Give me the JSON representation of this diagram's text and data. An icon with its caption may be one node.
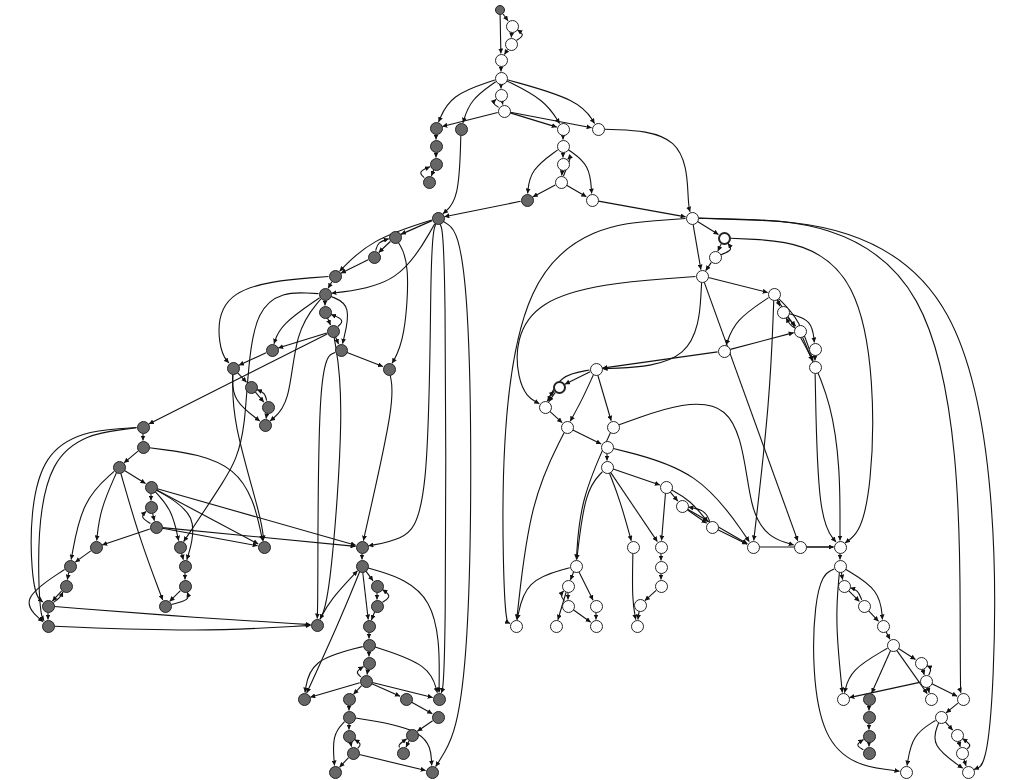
{
  "diagram": {
    "nodes": [
      {
        "text": [],
        "shape": "circle"
      },
      {
        "text": [],
        "shape": "circle"
      },
      {
        "text": [],
        "shape": "circle"
      },
      {
        "text": [],
        "shape": "circle"
      },
      {
        "text": [],
        "shape": "circle"
      },
      {
        "text": [],
        "shape": "circle"
      },
      {
        "text": [],
        "shape": "circle"
      },
      {
        "text": [],
        "shape": "circle"
      },
      {
        "text": [],
        "shape": "circle"
      },
      {
        "text": [],
        "shape": "circle"
      },
      {
        "text": [],
        "shape": "circle"
      },
      {
        "text": [],
        "shape": "circle"
      },
      {
        "text": [],
        "shape": "circle"
      },
      {
        "text": [],
        "shape": "circle"
      },
      {
        "text": [],
        "shape": "circle"
      },
      {
        "text": [],
        "shape": "circle"
      },
      {
        "text": [],
        "shape": "circle"
      },
      {
        "text": [],
        "shape": "circle"
      },
      {
        "text": [],
        "shape": "circle"
      },
      {
        "text": [],
        "shape": "circle"
      },
      {
        "text": [],
        "shape": "circle"
      },
      {
        "text": [],
        "shape": "circle"
      },
      {
        "text": [],
        "shape": "circle"
      },
      {
        "text": [],
        "shape": "circle"
      },
      {
        "text": [],
        "shape": "circle"
      },
      {
        "text": [],
        "shape": "circle"
      },
      {
        "text": [],
        "shape": "circle"
      },
      {
        "text": [],
        "shape": "circle"
      },
      {
        "text": [],
        "shape": "circle"
      },
      {
        "text": [],
        "shape": "circle"
      },
      {
        "text": [],
        "shape": "circle"
      },
      {
        "text": [],
        "shape": "circle"
      },
      {
        "text": [],
        "shape": "circle"
      },
      {
        "text": [],
        "shape": "circle"
      },
      {
        "text": [],
        "shape": "circle"
      },
      {
        "text": [],
        "shape": "circle"
      },
      {
        "text": [],
        "shape": "circle"
      },
      {
        "text": [],
        "shape": "circle"
      },
      {
        "text": [],
        "shape": "circle"
      },
      {
        "text": [],
        "shape": "circle"
      },
      {
        "text": [],
        "shape": "circle"
      },
      {
        "text": [],
        "shape": "circle"
      },
      {
        "text": [],
        "shape": "circle"
      },
      {
        "text": [],
        "shape": "circle"
      },
      {
        "text": [],
        "shape": "circle"
      },
      {
        "text": [],
        "shape": "circle"
      },
      {
        "text": [],
        "shape": "circle"
      },
      {
        "text": [],
        "shape": "circle"
      },
      {
        "text": [],
        "shape": "circle"
      },
      {
        "text": [],
        "shape": "circle"
      },
      {
        "text": [],
        "shape": "circle"
      },
      {
        "text": [],
        "shape": "circle"
      },
      {
        "text": [],
        "shape": "circle"
      },
      {
        "text": [],
        "shape": "circle"
      },
      {
        "text": [],
        "shape": "circle"
      },
      {
        "text": [],
        "shape": "circle"
      },
      {
        "text": [],
        "shape": "circle"
      },
      {
        "text": [],
        "shape": "circle"
      },
      {
        "text": [],
        "shape": "circle"
      },
      {
        "text": [],
        "shape": "circle"
      },
      {
        "text": [],
        "shape": "circle"
      },
      {
        "text": [],
        "shape": "circle"
      },
      {
        "text": [],
        "shape": "circle"
      },
      {
        "text": [],
        "shape": "circle"
      },
      {
        "text": [],
        "shape": "circle"
      },
      {
        "text": [],
        "shape": "circle"
      },
      {
        "text": [],
        "shape": "circle"
      },
      {
        "text": [],
        "shape": "circle"
      },
      {
        "text": [],
        "shape": "circle"
      },
      {
        "text": [],
        "shape": "circle"
      },
      {
        "text": [],
        "shape": "circle"
      },
      {
        "text": [],
        "shape": "circle"
      },
      {
        "text": [],
        "shape": "circle"
      },
      {
        "text": [],
        "shape": "circle"
      },
      {
        "text": [],
        "shape": "circle"
      },
      {
        "text": [],
        "shape": "circle"
      },
      {
        "text": [],
        "shape": "circle"
      },
      {
        "text": [],
        "shape": "circle"
      },
      {
        "text": [],
        "shape": "circle"
      },
      {
        "text": [],
        "shape": "circle"
      },
      {
        "text": [],
        "shape": "circle"
      },
      {
        "text": [],
        "shape": "circle"
      },
      {
        "text": [],
        "shape": "circle"
      },
      {
        "text": [],
        "shape": "circle"
      },
      {
        "text": [],
        "shape": "circle"
      },
      {
        "text": [],
        "shape": "circle"
      },
      {
        "text": [],
        "shape": "circle"
      },
      {
        "text": [],
        "shape": "circle"
      },
      {
        "text": [],
        "shape": "circle"
      },
      {
        "text": [],
        "shape": "circle"
      },
      {
        "text": [],
        "shape": "circle"
      },
      {
        "text": [],
        "shape": "circle"
      },
      {
        "text": [],
        "shape": "circle"
      },
      {
        "text": [],
        "shape": "circle"
      },
      {
        "text": [],
        "shape": "circle"
      },
      {
        "text": [],
        "shape": "circle"
      },
      {
        "text": [],
        "shape": "circle"
      },
      {
        "text": [],
        "shape": "circle"
      },
      {
        "text": [],
        "shape": "circle"
      },
      {
        "text": [],
        "shape": "circle"
      },
      {
        "text": [],
        "shape": "circle"
      },
      {
        "text": [],
        "shape": "circle"
      },
      {
        "text": [],
        "shape": "circle"
      },
      {
        "text": [],
        "shape": "circle"
      },
      {
        "text": [],
        "shape": "circle"
      },
      {
        "text": [],
        "shape": "circle"
      },
      {
        "text": [],
        "shape": "circle"
      },
      {
        "text": [],
        "shape": "circle"
      },
      {
        "text": [],
        "shape": "circle"
      },
      {
        "text": [],
        "shape": "circle"
      },
      {
        "text": [],
        "shape": "circle"
      },
      {
        "text": [],
        "shape": "circle"
      },
      {
        "text": [],
        "shape": "circle"
      },
      {
        "text": [],
        "shape": "circle"
      },
      {
        "text": [],
        "shape": "circle"
      },
      {
        "text": [],
        "shape": "circle"
      },
      {
        "text": [],
        "shape": "circle"
      },
      {
        "text": [],
        "shape": "circle"
      },
      {
        "text": [],
        "shape": "circle"
      },
      {
        "text": [],
        "shape": "circle"
      },
      {
        "text": [],
        "shape": "circle"
      },
      {
        "text": [],
        "shape": "circle"
      },
      {
        "text": [],
        "shape": "circle"
      },
      {
        "text": [],
        "shape": "circle"
      },
      {
        "text": [],
        "shape": "circle"
      }
    ],
    "edges": [
      {
        "from": 0,
        "to": 1,
        "arrow": "to"
      },
      {
        "from": 0,
        "to": 3,
        "arrow": "to"
      },
      {
        "from": 1,
        "to": 2,
        "arrow": "to"
      },
      {
        "from": 2,
        "to": 1,
        "arrow": "to"
      },
      {
        "from": 2,
        "to": 3,
        "arrow": "to"
      },
      {
        "from": 3,
        "to": 4,
        "arrow": "to"
      },
      {
        "from": 4,
        "to": 5,
        "arrow": "to"
      },
      {
        "from": 5,
        "to": 6,
        "arrow": "to"
      },
      {
        "from": 6,
        "to": 5,
        "arrow": "to"
      },
      {
        "from": 4,
        "to": 7,
        "arrow": "to"
      },
      {
        "from": 4,
        "to": 8,
        "arrow": "to"
      },
      {
        "from": 4,
        "to": 9,
        "arrow": "to"
      },
      {
        "from": 4,
        "to": 10,
        "arrow": "to"
      },
      {
        "from": 6,
        "to": 7,
        "arrow": "to"
      },
      {
        "from": 6,
        "to": 9,
        "arrow": "to"
      },
      {
        "from": 6,
        "to": 10,
        "arrow": "to"
      },
      {
        "from": 7,
        "to": 11,
        "arrow": "to"
      },
      {
        "from": 11,
        "to": 12,
        "arrow": "to"
      },
      {
        "from": 12,
        "to": 13,
        "arrow": "to"
      },
      {
        "from": 13,
        "to": 12,
        "arrow": "to"
      },
      {
        "from": 8,
        "to": 19,
        "arrow": "to"
      },
      {
        "from": 9,
        "to": 14,
        "arrow": "to"
      },
      {
        "from": 14,
        "to": 15,
        "arrow": "to"
      },
      {
        "from": 15,
        "to": 16,
        "arrow": "to"
      },
      {
        "from": 16,
        "to": 15,
        "arrow": "to"
      },
      {
        "from": 14,
        "to": 17,
        "arrow": "to"
      },
      {
        "from": 14,
        "to": 18,
        "arrow": "to"
      },
      {
        "from": 16,
        "to": 17,
        "arrow": "to"
      },
      {
        "from": 16,
        "to": 18,
        "arrow": "to"
      },
      {
        "from": 17,
        "to": 19,
        "arrow": "to"
      },
      {
        "from": 18,
        "to": 20,
        "arrow": "to"
      },
      {
        "from": 10,
        "to": 20,
        "arrow": "to"
      },
      {
        "from": 19,
        "to": 21,
        "arrow": "to"
      },
      {
        "from": 21,
        "to": 22,
        "arrow": "to"
      },
      {
        "from": 22,
        "to": 21,
        "arrow": "to"
      },
      {
        "from": 22,
        "to": 23,
        "arrow": "to"
      },
      {
        "from": 19,
        "to": 23,
        "arrow": "to"
      },
      {
        "from": 23,
        "to": 24,
        "arrow": "to"
      },
      {
        "from": 24,
        "to": 25,
        "arrow": "to"
      },
      {
        "from": 25,
        "to": 26,
        "arrow": "to"
      },
      {
        "from": 26,
        "to": 25,
        "arrow": "to"
      },
      {
        "from": 24,
        "to": 27,
        "arrow": "to"
      },
      {
        "from": 24,
        "to": 28,
        "arrow": "to"
      },
      {
        "from": 26,
        "to": 28,
        "arrow": "to"
      },
      {
        "from": 26,
        "to": 27,
        "arrow": "to"
      },
      {
        "from": 28,
        "to": 29,
        "arrow": "to"
      },
      {
        "from": 21,
        "to": 29,
        "arrow": "to"
      },
      {
        "from": 23,
        "to": 30,
        "arrow": "to"
      },
      {
        "from": 27,
        "to": 30,
        "arrow": "to"
      },
      {
        "from": 30,
        "to": 31,
        "arrow": "to"
      },
      {
        "from": 31,
        "to": 32,
        "arrow": "to"
      },
      {
        "from": 32,
        "to": 31,
        "arrow": "to"
      },
      {
        "from": 30,
        "to": 33,
        "arrow": "to"
      },
      {
        "from": 32,
        "to": 33,
        "arrow": "to"
      },
      {
        "from": 24,
        "to": 33,
        "arrow": "to"
      },
      {
        "from": 19,
        "to": 24,
        "arrow": "to"
      },
      {
        "from": 19,
        "to": 50,
        "arrow": "to"
      },
      {
        "from": 19,
        "to": 62,
        "arrow": "to"
      },
      {
        "from": 19,
        "to": 70,
        "arrow": "to"
      },
      {
        "from": 26,
        "to": 34,
        "arrow": "to"
      },
      {
        "from": 24,
        "to": 41,
        "arrow": "to"
      },
      {
        "from": 34,
        "to": 35,
        "arrow": "to"
      },
      {
        "from": 35,
        "to": 36,
        "arrow": "to"
      },
      {
        "from": 36,
        "to": 37,
        "arrow": "to"
      },
      {
        "from": 37,
        "to": 38,
        "arrow": "to"
      },
      {
        "from": 38,
        "to": 39,
        "arrow": "to"
      },
      {
        "from": 39,
        "to": 38,
        "arrow": "to"
      },
      {
        "from": 37,
        "to": 41,
        "arrow": "to"
      },
      {
        "from": 37,
        "to": 44,
        "arrow": "to"
      },
      {
        "from": 36,
        "to": 40,
        "arrow": "to"
      },
      {
        "from": 36,
        "to": 43,
        "arrow": "to"
      },
      {
        "from": 39,
        "to": 40,
        "arrow": "to"
      },
      {
        "from": 39,
        "to": 42,
        "arrow": "to"
      },
      {
        "from": 37,
        "to": 42,
        "arrow": "to"
      },
      {
        "from": 37,
        "to": 50,
        "arrow": "to"
      },
      {
        "from": 39,
        "to": 50,
        "arrow": "to"
      },
      {
        "from": 40,
        "to": 43,
        "arrow": "to"
      },
      {
        "from": 41,
        "to": 44,
        "arrow": "to"
      },
      {
        "from": 44,
        "to": 46,
        "arrow": "to"
      },
      {
        "from": 46,
        "to": 48,
        "arrow": "to"
      },
      {
        "from": 48,
        "to": 46,
        "arrow": "to"
      },
      {
        "from": 43,
        "to": 45,
        "arrow": "to"
      },
      {
        "from": 45,
        "to": 47,
        "arrow": "to"
      },
      {
        "from": 47,
        "to": 45,
        "arrow": "to"
      },
      {
        "from": 47,
        "to": 49,
        "arrow": "to"
      },
      {
        "from": 43,
        "to": 49,
        "arrow": "to"
      },
      {
        "from": 47,
        "to": 51,
        "arrow": "to"
      },
      {
        "from": 49,
        "to": 51,
        "arrow": "to"
      },
      {
        "from": 35,
        "to": 42,
        "arrow": "to"
      },
      {
        "from": 34,
        "to": 47,
        "arrow": "to"
      },
      {
        "from": 34,
        "to": 49,
        "arrow": "to"
      },
      {
        "from": 30,
        "to": 42,
        "arrow": "to"
      },
      {
        "from": 28,
        "to": 51,
        "arrow": "to"
      },
      {
        "from": 26,
        "to": 51,
        "arrow": "to"
      },
      {
        "from": 29,
        "to": 50,
        "arrow": "to"
      },
      {
        "from": 36,
        "to": 48,
        "arrow": "to"
      },
      {
        "from": 50,
        "to": 52,
        "arrow": "to"
      },
      {
        "from": 52,
        "to": 53,
        "arrow": "to"
      },
      {
        "from": 53,
        "to": 54,
        "arrow": "to"
      },
      {
        "from": 54,
        "to": 53,
        "arrow": "to"
      },
      {
        "from": 54,
        "to": 55,
        "arrow": "to"
      },
      {
        "from": 52,
        "to": 55,
        "arrow": "to"
      },
      {
        "from": 51,
        "to": 52,
        "arrow": "to"
      },
      {
        "from": 55,
        "to": 56,
        "arrow": "to"
      },
      {
        "from": 56,
        "to": 57,
        "arrow": "to"
      },
      {
        "from": 57,
        "to": 58,
        "arrow": "to"
      },
      {
        "from": 58,
        "to": 57,
        "arrow": "to"
      },
      {
        "from": 56,
        "to": 59,
        "arrow": "to"
      },
      {
        "from": 56,
        "to": 62,
        "arrow": "to"
      },
      {
        "from": 58,
        "to": 59,
        "arrow": "to"
      },
      {
        "from": 58,
        "to": 60,
        "arrow": "to"
      },
      {
        "from": 58,
        "to": 61,
        "arrow": "to"
      },
      {
        "from": 58,
        "to": 62,
        "arrow": "to"
      },
      {
        "from": 52,
        "to": 62,
        "arrow": "to"
      },
      {
        "from": 52,
        "to": 59,
        "arrow": "to"
      },
      {
        "from": 60,
        "to": 63,
        "arrow": "to"
      },
      {
        "from": 63,
        "to": 65,
        "arrow": "to"
      },
      {
        "from": 65,
        "to": 67,
        "arrow": "to"
      },
      {
        "from": 67,
        "to": 65,
        "arrow": "to"
      },
      {
        "from": 63,
        "to": 69,
        "arrow": "to"
      },
      {
        "from": 67,
        "to": 69,
        "arrow": "to"
      },
      {
        "from": 61,
        "to": 64,
        "arrow": "to"
      },
      {
        "from": 64,
        "to": 66,
        "arrow": "to"
      },
      {
        "from": 66,
        "to": 68,
        "arrow": "to"
      },
      {
        "from": 68,
        "to": 66,
        "arrow": "to"
      },
      {
        "from": 63,
        "to": 70,
        "arrow": "to"
      },
      {
        "from": 67,
        "to": 70,
        "arrow": "to"
      },
      {
        "from": 20,
        "to": 71,
        "arrow": "to"
      },
      {
        "from": 71,
        "to": 72,
        "arrow": "to"
      },
      {
        "from": 72,
        "to": 71,
        "arrow": "to"
      },
      {
        "from": 72,
        "to": 73,
        "arrow": "to"
      },
      {
        "from": 20,
        "to": 73,
        "arrow": "to"
      },
      {
        "from": 73,
        "to": 74,
        "arrow": "to"
      },
      {
        "from": 74,
        "to": 75,
        "arrow": "to"
      },
      {
        "from": 75,
        "to": 76,
        "arrow": "to"
      },
      {
        "from": 76,
        "to": 75,
        "arrow": "to"
      },
      {
        "from": 74,
        "to": 79,
        "arrow": "to"
      },
      {
        "from": 79,
        "to": 76,
        "arrow": "to"
      },
      {
        "from": 73,
        "to": 80,
        "arrow": "to"
      },
      {
        "from": 80,
        "to": 81,
        "arrow": "to"
      },
      {
        "from": 81,
        "to": 82,
        "arrow": "to"
      },
      {
        "from": 82,
        "to": 81,
        "arrow": "to"
      },
      {
        "from": 80,
        "to": 82,
        "arrow": "to"
      },
      {
        "from": 80,
        "to": 83,
        "arrow": "to"
      },
      {
        "from": 80,
        "to": 84,
        "arrow": "to"
      },
      {
        "from": 82,
        "to": 83,
        "arrow": "to"
      },
      {
        "from": 83,
        "to": 85,
        "arrow": "to"
      },
      {
        "from": 20,
        "to": 101,
        "arrow": "to"
      },
      {
        "from": 73,
        "to": 82,
        "arrow": "to"
      },
      {
        "from": 20,
        "to": 116,
        "arrow": "to"
      },
      {
        "from": 20,
        "to": 124,
        "arrow": "to"
      },
      {
        "from": 71,
        "to": 105,
        "arrow": "to"
      },
      {
        "from": 74,
        "to": 92,
        "arrow": "to"
      },
      {
        "from": 74,
        "to": 105,
        "arrow": "to"
      },
      {
        "from": 76,
        "to": 78,
        "arrow": "to"
      },
      {
        "from": 75,
        "to": 77,
        "arrow": "to"
      },
      {
        "from": 77,
        "to": 78,
        "arrow": "to"
      },
      {
        "from": 74,
        "to": 78,
        "arrow": "to"
      },
      {
        "from": 73,
        "to": 93,
        "arrow": "to"
      },
      {
        "from": 79,
        "to": 80,
        "arrow": "to"
      },
      {
        "from": 85,
        "to": 86,
        "arrow": "to"
      },
      {
        "from": 86,
        "to": 87,
        "arrow": "to"
      },
      {
        "from": 87,
        "to": 88,
        "arrow": "to"
      },
      {
        "from": 88,
        "to": 89,
        "arrow": "to"
      },
      {
        "from": 89,
        "to": 88,
        "arrow": "to"
      },
      {
        "from": 87,
        "to": 89,
        "arrow": "to"
      },
      {
        "from": 86,
        "to": 90,
        "arrow": "to"
      },
      {
        "from": 86,
        "to": 91,
        "arrow": "to"
      },
      {
        "from": 87,
        "to": 91,
        "arrow": "to"
      },
      {
        "from": 88,
        "to": 92,
        "arrow": "to"
      },
      {
        "from": 89,
        "to": 92,
        "arrow": "to"
      },
      {
        "from": 91,
        "to": 94,
        "arrow": "to"
      },
      {
        "from": 94,
        "to": 95,
        "arrow": "to"
      },
      {
        "from": 95,
        "to": 96,
        "arrow": "to"
      },
      {
        "from": 86,
        "to": 97,
        "arrow": "to"
      },
      {
        "from": 84,
        "to": 97,
        "arrow": "to"
      },
      {
        "from": 97,
        "to": 98,
        "arrow": "to"
      },
      {
        "from": 98,
        "to": 100,
        "arrow": "to"
      },
      {
        "from": 100,
        "to": 98,
        "arrow": "to"
      },
      {
        "from": 97,
        "to": 101,
        "arrow": "to"
      },
      {
        "from": 98,
        "to": 102,
        "arrow": "to"
      },
      {
        "from": 100,
        "to": 103,
        "arrow": "to"
      },
      {
        "from": 83,
        "to": 101,
        "arrow": "to"
      },
      {
        "from": 85,
        "to": 92,
        "arrow": "to"
      },
      {
        "from": 97,
        "to": 99,
        "arrow": "to"
      },
      {
        "from": 99,
        "to": 103,
        "arrow": "to"
      },
      {
        "from": 90,
        "to": 104,
        "arrow": "to"
      },
      {
        "from": 96,
        "to": 104,
        "arrow": "to"
      },
      {
        "from": 84,
        "to": 93,
        "arrow": "to"
      },
      {
        "from": 92,
        "to": 105,
        "arrow": "to"
      },
      {
        "from": 93,
        "to": 105,
        "arrow": "to"
      },
      {
        "from": 105,
        "to": 106,
        "arrow": "to"
      },
      {
        "from": 106,
        "to": 107,
        "arrow": "to"
      },
      {
        "from": 107,
        "to": 108,
        "arrow": "to"
      },
      {
        "from": 108,
        "to": 107,
        "arrow": "to"
      },
      {
        "from": 108,
        "to": 109,
        "arrow": "to"
      },
      {
        "from": 106,
        "to": 109,
        "arrow": "to"
      },
      {
        "from": 109,
        "to": 110,
        "arrow": "to"
      },
      {
        "from": 110,
        "to": 111,
        "arrow": "to"
      },
      {
        "from": 111,
        "to": 112,
        "arrow": "to"
      },
      {
        "from": 112,
        "to": 111,
        "arrow": "to"
      },
      {
        "from": 110,
        "to": 113,
        "arrow": "to"
      },
      {
        "from": 110,
        "to": 114,
        "arrow": "to"
      },
      {
        "from": 110,
        "to": 115,
        "arrow": "to"
      },
      {
        "from": 112,
        "to": 115,
        "arrow": "to"
      },
      {
        "from": 112,
        "to": 116,
        "arrow": "to"
      },
      {
        "from": 112,
        "to": 113,
        "arrow": "to"
      },
      {
        "from": 106,
        "to": 113,
        "arrow": "to"
      },
      {
        "from": 106,
        "to": 123,
        "arrow": "to"
      },
      {
        "from": 114,
        "to": 117,
        "arrow": "to"
      },
      {
        "from": 117,
        "to": 118,
        "arrow": "to"
      },
      {
        "from": 118,
        "to": 119,
        "arrow": "to"
      },
      {
        "from": 119,
        "to": 118,
        "arrow": "to"
      },
      {
        "from": 116,
        "to": 120,
        "arrow": "to"
      },
      {
        "from": 120,
        "to": 121,
        "arrow": "to"
      },
      {
        "from": 121,
        "to": 122,
        "arrow": "to"
      },
      {
        "from": 122,
        "to": 121,
        "arrow": "to"
      },
      {
        "from": 120,
        "to": 123,
        "arrow": "to"
      },
      {
        "from": 122,
        "to": 124,
        "arrow": "to"
      },
      {
        "from": 120,
        "to": 124,
        "arrow": "to"
      },
      {
        "from": 78,
        "to": 105,
        "arrow": "to"
      }
    ]
  }
}
